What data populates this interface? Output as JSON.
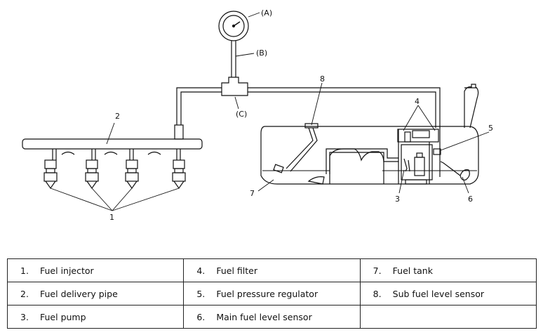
{
  "callouts": {
    "a": "(A)",
    "b": "(B)",
    "c": "(C)",
    "n1": "1",
    "n2": "2",
    "n3": "3",
    "n4": "4",
    "n5": "5",
    "n6": "6",
    "n7": "7",
    "n8": "8"
  },
  "legend": [
    [
      {
        "num": "1.",
        "label": "Fuel injector"
      },
      {
        "num": "4.",
        "label": "Fuel filter"
      },
      {
        "num": "7.",
        "label": "Fuel tank"
      }
    ],
    [
      {
        "num": "2.",
        "label": "Fuel delivery pipe"
      },
      {
        "num": "5.",
        "label": "Fuel pressure regulator"
      },
      {
        "num": "8.",
        "label": "Sub fuel level sensor"
      }
    ],
    [
      {
        "num": "3.",
        "label": "Fuel pump"
      },
      {
        "num": "6.",
        "label": "Main fuel level sensor"
      },
      {
        "num": "",
        "label": ""
      }
    ]
  ]
}
